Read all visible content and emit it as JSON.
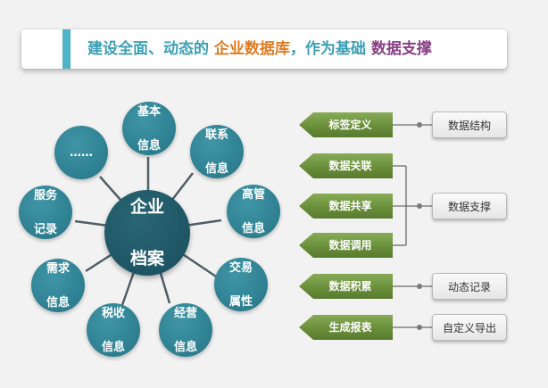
{
  "header": {
    "title_parts": [
      {
        "text": "建设全面、动态的 ",
        "color": "#3d9fb3"
      },
      {
        "text": "企业数据库",
        "color": "#e07b22"
      },
      {
        "text": "，作为基础 ",
        "color": "#3d9fb3"
      },
      {
        "text": "数据支撑",
        "color": "#8a3e86"
      }
    ],
    "accent_color": "#4eb3c6"
  },
  "center": {
    "line1": "企业",
    "line2": "档案"
  },
  "nodes": [
    {
      "id": "basic",
      "line1": "基本",
      "line2": "信息"
    },
    {
      "id": "contact",
      "line1": "联系",
      "line2": "信息"
    },
    {
      "id": "executive",
      "line1": "高管",
      "line2": "信息"
    },
    {
      "id": "transaction",
      "line1": "交易",
      "line2": "属性"
    },
    {
      "id": "operation",
      "line1": "经营",
      "line2": "信息"
    },
    {
      "id": "tax",
      "line1": "税收",
      "line2": "信息"
    },
    {
      "id": "demand",
      "line1": "需求",
      "line2": "信息"
    },
    {
      "id": "service",
      "line1": "服务",
      "line2": "记录"
    },
    {
      "id": "more",
      "line1": "……",
      "line2": ""
    }
  ],
  "tags": [
    "标签定义",
    "数据关联",
    "数据共享",
    "数据调用",
    "数据积累",
    "生成报表"
  ],
  "boxes": [
    "数据结构",
    "数据支撑",
    "动态记录",
    "自定义导出"
  ],
  "colors": {
    "node": "#2d7f90",
    "center": "#1e5564",
    "tag": "#6a8f3a",
    "connector": "#5f5f5f"
  }
}
